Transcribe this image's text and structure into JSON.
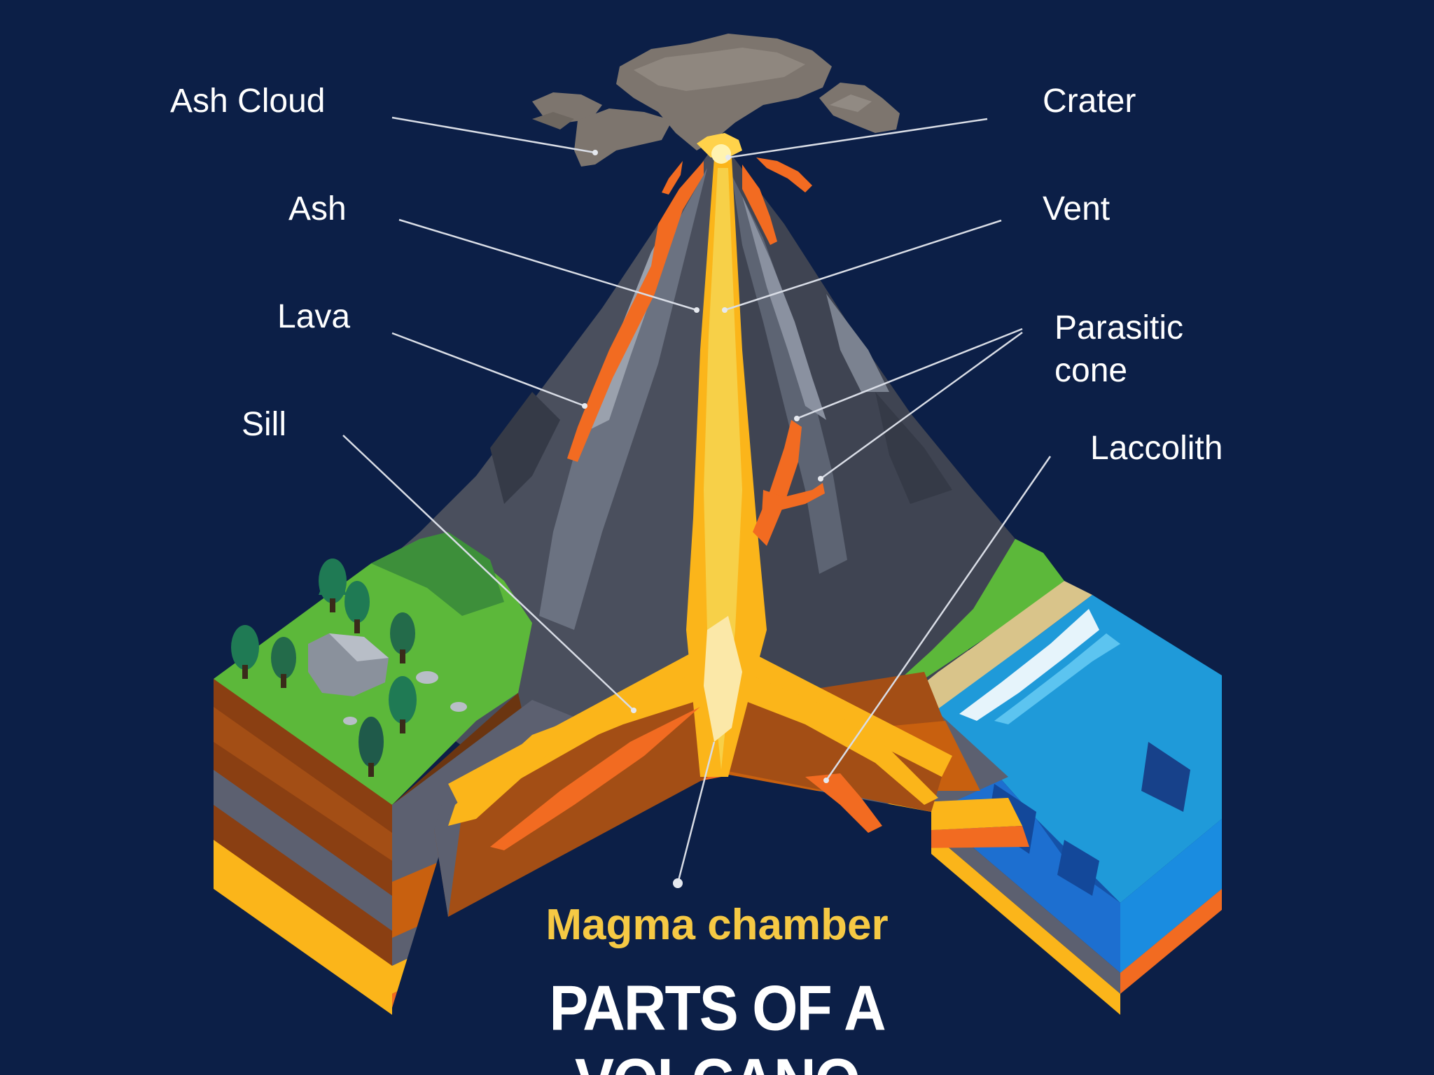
{
  "diagram": {
    "title": "PARTS OF A VOLCANO",
    "labels": {
      "ash_cloud": "Ash Cloud",
      "ash": "Ash",
      "lava": "Lava",
      "sill": "Sill",
      "crater": "Crater",
      "vent": "Vent",
      "parasitic_cone_line1": "Parasitic",
      "parasitic_cone_line2": "cone",
      "laccolith": "Laccolith",
      "magma_chamber": "Magma chamber"
    }
  },
  "colors": {
    "background": "#0c1f47",
    "label_text": "#ffffff",
    "magma_label": "#f6c944",
    "leader_line": "#d9dde6",
    "magma": "#fbb51a",
    "lava": "#f26b21",
    "rock_dark": "#3f4452",
    "rock_mid": "#6b7281",
    "rock_light": "#9aa1ad",
    "ash_cloud": "#7d756e",
    "grass": "#5cb83a",
    "tree": "#1f7a54",
    "soil": "#a34e15",
    "water": "#1d6fd0",
    "sand": "#d9c48a"
  }
}
